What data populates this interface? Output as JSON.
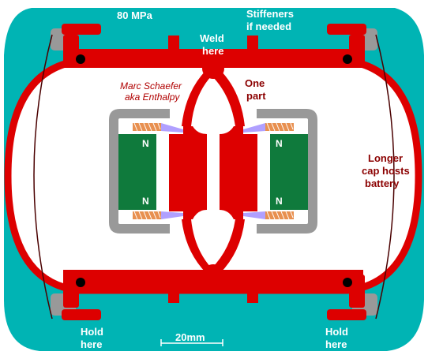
{
  "labels": {
    "stress": "80 MPa",
    "stiffeners_line1": "Stiffeners",
    "stiffeners_line2": "if needed",
    "weld_line1": "Weld",
    "weld_line2": "here",
    "author_line1": "Marc Schaefer",
    "author_line2": "aka Enthalpy",
    "one_part_line1": "One",
    "one_part_line2": "part",
    "longer_line1": "Longer",
    "longer_line2": "cap hosts",
    "longer_line3": "battery",
    "hold_left_line1": "Hold",
    "hold_left_line2": "here",
    "hold_right_line1": "Hold",
    "hold_right_line2": "here",
    "scale": "20mm",
    "magnet_pole": "N"
  },
  "colors": {
    "background": "#00b4b4",
    "housing": "#dd0000",
    "magnet": "#0f7a3c",
    "yoke": "#999999",
    "coil": "#e89050",
    "spring": "#b0a0ff",
    "inner": "#ffffff",
    "bolt": "#000000",
    "dark_label": "#8b0000"
  }
}
